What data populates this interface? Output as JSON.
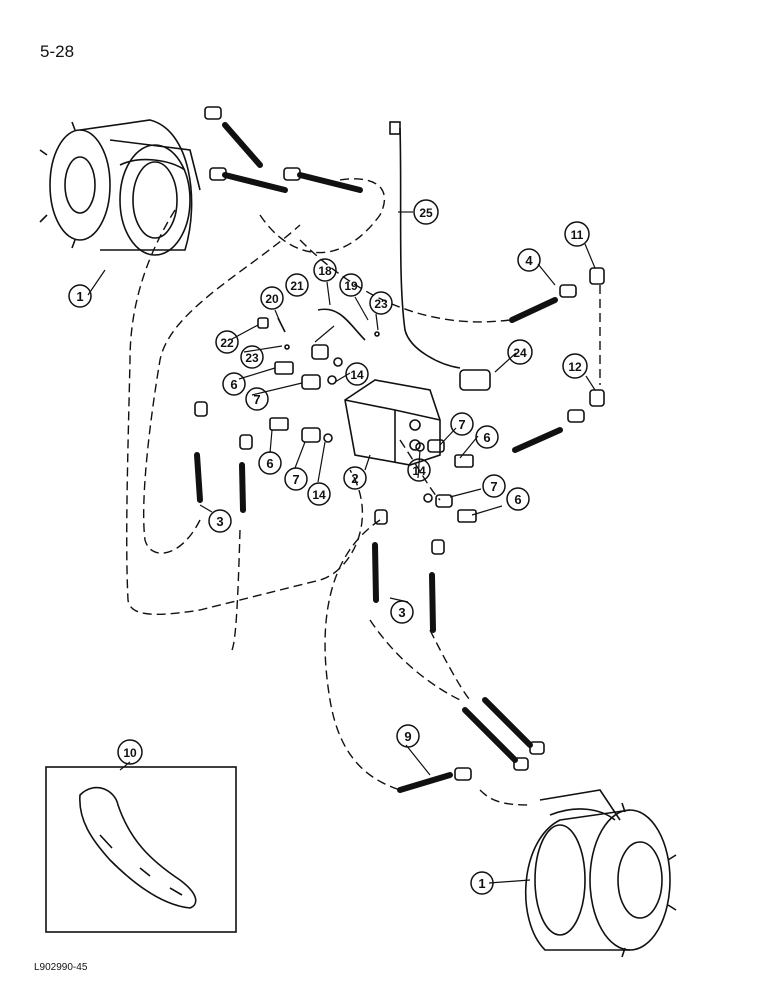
{
  "page": {
    "number": "5-28",
    "figure_code": "L902990-45"
  },
  "callouts": [
    {
      "id": "c1a",
      "label": "1"
    },
    {
      "id": "c1b",
      "label": "1"
    },
    {
      "id": "c2",
      "label": "2"
    },
    {
      "id": "c3a",
      "label": "3"
    },
    {
      "id": "c3b",
      "label": "3"
    },
    {
      "id": "c4",
      "label": "4"
    },
    {
      "id": "c6a",
      "label": "6"
    },
    {
      "id": "c6b",
      "label": "6"
    },
    {
      "id": "c6c",
      "label": "6"
    },
    {
      "id": "c6d",
      "label": "6"
    },
    {
      "id": "c7a",
      "label": "7"
    },
    {
      "id": "c7b",
      "label": "7"
    },
    {
      "id": "c7c",
      "label": "7"
    },
    {
      "id": "c7d",
      "label": "7"
    },
    {
      "id": "c9",
      "label": "9"
    },
    {
      "id": "c10",
      "label": "10"
    },
    {
      "id": "c11",
      "label": "11"
    },
    {
      "id": "c12",
      "label": "12"
    },
    {
      "id": "c14a",
      "label": "14"
    },
    {
      "id": "c14b",
      "label": "14"
    },
    {
      "id": "c14c",
      "label": "14"
    },
    {
      "id": "c18",
      "label": "18"
    },
    {
      "id": "c19",
      "label": "19"
    },
    {
      "id": "c20",
      "label": "20"
    },
    {
      "id": "c21",
      "label": "21"
    },
    {
      "id": "c22",
      "label": "22"
    },
    {
      "id": "c23a",
      "label": "23"
    },
    {
      "id": "c23b",
      "label": "23"
    },
    {
      "id": "c24",
      "label": "24"
    },
    {
      "id": "c25",
      "label": "25"
    }
  ]
}
